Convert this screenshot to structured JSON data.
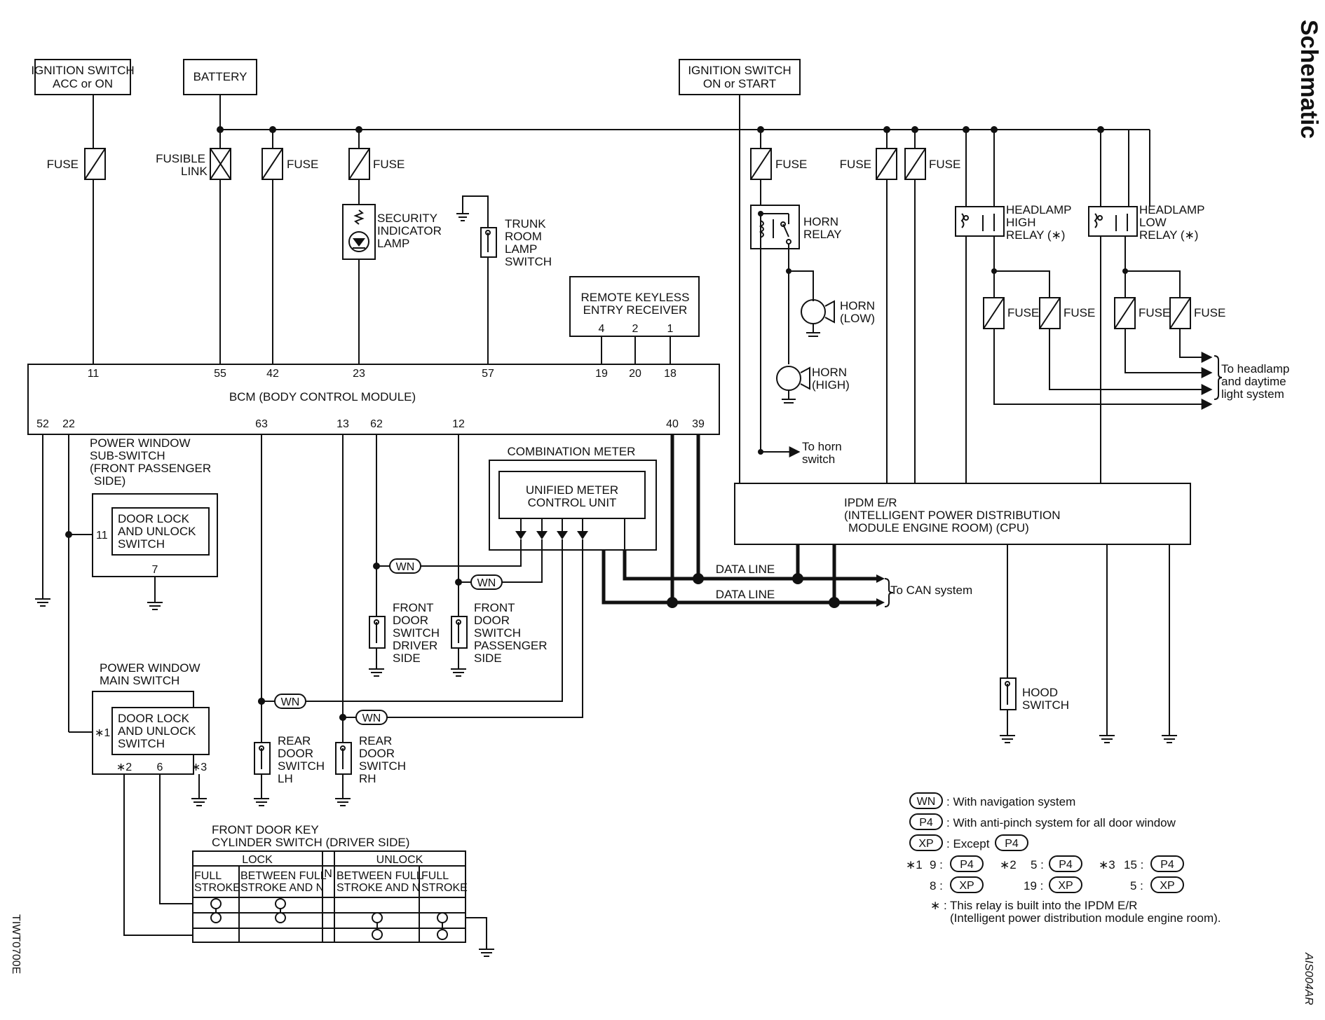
{
  "page": {
    "side_title": "Schematic",
    "code_left": "TIWT0700E",
    "code_right": "AIS004AR"
  },
  "sources": {
    "ign_acc": [
      "IGNITION SWITCH",
      "ACC or ON"
    ],
    "battery": "BATTERY",
    "ign_on": [
      "IGNITION SWITCH",
      "ON or START"
    ]
  },
  "fuse_label": "FUSE",
  "fusible_link": [
    "FUSIBLE",
    "LINK"
  ],
  "security_lamp": [
    "SECURITY",
    "INDICATOR",
    "LAMP"
  ],
  "trunk_switch": [
    "TRUNK",
    "ROOM",
    "LAMP",
    "SWITCH"
  ],
  "rke": {
    "title": [
      "REMOTE KEYLESS",
      "ENTRY RECEIVER"
    ],
    "pins": [
      "4",
      "2",
      "1"
    ]
  },
  "bcm": {
    "label": "BCM (BODY CONTROL MODULE)",
    "top_pins": [
      "11",
      "55",
      "42",
      "23",
      "57",
      "19",
      "20",
      "18"
    ],
    "bottom_pins": [
      "52",
      "22",
      "63",
      "13",
      "62",
      "12",
      "40",
      "39"
    ]
  },
  "horn_relay": [
    "HORN",
    "RELAY"
  ],
  "horn_low": [
    "HORN",
    "(LOW)"
  ],
  "horn_high": [
    "HORN",
    "(HIGH)"
  ],
  "to_horn": [
    "To horn",
    "switch"
  ],
  "hl_high": [
    "HEADLAMP",
    "HIGH",
    "RELAY (∗)"
  ],
  "hl_low": [
    "HEADLAMP",
    "LOW",
    "RELAY (∗)"
  ],
  "to_headlamp": [
    "To headlamp",
    "and daytime",
    "light system"
  ],
  "ipdm": [
    "IPDM E/R",
    "(INTELLIGENT POWER DISTRIBUTION",
    "MODULE ENGINE ROOM) (CPU)"
  ],
  "pw_sub": {
    "title": [
      "POWER WINDOW",
      "SUB-SWITCH",
      "(FRONT PASSENGER",
      "SIDE)"
    ],
    "inner": [
      "DOOR LOCK",
      "AND UNLOCK",
      "SWITCH"
    ],
    "pin_left": "11",
    "pin_bottom": "7"
  },
  "pw_main": {
    "title": [
      "POWER WINDOW",
      "MAIN SWITCH"
    ],
    "inner": [
      "DOOR LOCK",
      "AND UNLOCK",
      "SWITCH"
    ],
    "pin_left": "∗1",
    "pins_bottom": [
      "∗2",
      "6",
      "∗3"
    ]
  },
  "comb_meter": {
    "title": "COMBINATION METER",
    "inner": [
      "UNIFIED METER",
      "CONTROL UNIT"
    ]
  },
  "wn": "WN",
  "data_line": "DATA LINE",
  "to_can": "To CAN system",
  "front_door_driver": [
    "FRONT",
    "DOOR",
    "SWITCH",
    "DRIVER",
    "SIDE"
  ],
  "front_door_pass": [
    "FRONT",
    "DOOR",
    "SWITCH",
    "PASSENGER",
    "SIDE"
  ],
  "rear_door_lh": [
    "REAR",
    "DOOR",
    "SWITCH",
    "LH"
  ],
  "rear_door_rh": [
    "REAR",
    "DOOR",
    "SWITCH",
    "RH"
  ],
  "hood_switch": [
    "HOOD",
    "SWITCH"
  ],
  "key_cyl": {
    "title": [
      "FRONT DOOR KEY",
      "CYLINDER SWITCH (DRIVER SIDE)"
    ],
    "lock": "LOCK",
    "unlock": "UNLOCK",
    "n": "N",
    "cols": [
      [
        "FULL",
        "STROKE"
      ],
      [
        "BETWEEN FULL",
        "STROKE AND N"
      ],
      [
        "BETWEEN FULL",
        "STROKE AND N"
      ],
      [
        "FULL",
        "STROKE"
      ]
    ]
  },
  "legend": {
    "wn_text": ": With navigation system",
    "p4": "P4",
    "p4_text": ": With anti-pinch system for all door window",
    "xp": "XP",
    "xp_text": ": Except",
    "n1": "∗1",
    "n2": "∗2",
    "n3": "∗3",
    "n1a": "9 :",
    "n1b": "8 :",
    "n2a": "5 :",
    "n2b": "19 :",
    "n3a": "15 :",
    "n3b": "5 :",
    "note_star": "∗ :",
    "note1": "This relay is built into the IPDM E/R",
    "note2": "(Intelligent power distribution module engine room)."
  }
}
